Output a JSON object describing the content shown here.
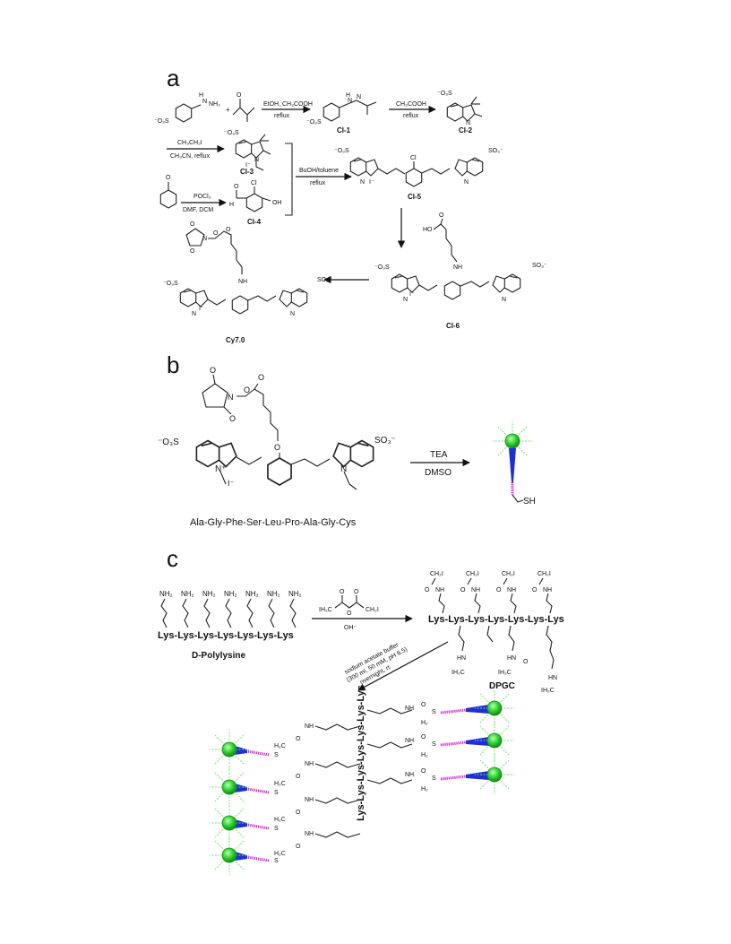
{
  "panels": {
    "a": {
      "label": "a",
      "reagents": {
        "step1_top": "EtOH, CH₃COOH",
        "step1_bottom": "reflux",
        "step2_top": "CH₃COOH",
        "step2_bottom": "reflux",
        "step3_top": "CH₃CH₂I",
        "step3_bottom": "CH₃CN, reflux",
        "step4_top": "POCl₃",
        "step4_bottom": "DMF, DCM",
        "step5_top": "BuOH/toluene",
        "step5_bottom": "reflux"
      },
      "compounds": {
        "ci1": "CI-1",
        "ci2": "CI-2",
        "ci3": "CI-3",
        "ci4": "CI-4",
        "ci5": "CI-5",
        "ci6": "CI-6",
        "cy7": "Cy7.0"
      },
      "atoms": {
        "so3_left": "⁻O₃S",
        "so3_right": "SO₃⁻",
        "nh2": "NH₂",
        "h": "H",
        "n": "N",
        "cl": "Cl",
        "oh": "OH",
        "ho": "HO",
        "o": "O",
        "nh": "NH",
        "iodide": "I⁻"
      }
    },
    "b": {
      "label": "b",
      "reagent_top": "TEA",
      "reagent_bottom": "DMSO",
      "peptide": "Ala-Gly-Phe-Ser-Leu-Pro-Ala-Gly-Cys",
      "sh": "SH",
      "so3_left": "⁻O₃S",
      "so3_right": "SO₃⁻",
      "n_plus": "N⁺",
      "iodide": "I⁻"
    },
    "c": {
      "label": "c",
      "backbone": "Lys-Lys-Lys-Lys-Lys-Lys-Lys",
      "backbone_vertical": "Lys-Lys-Lys-Lys-Lys-Lys-Lys",
      "start_name": "D-Polylysine",
      "product_name": "DPGC",
      "nh2": "NH₂",
      "reagent_top": "IH₂C",
      "reagent_top_right": "CH₂I",
      "reagent_bottom": "OH⁻",
      "conditions": [
        "sodium acetate buffer",
        "(300 ml, 50 mM, pH 6.5)",
        "overnight, rt"
      ],
      "ch2i": "CH₂I",
      "ih2c": "IH₂C",
      "h2c": "H₂C",
      "nh": "NH",
      "hn": "HN",
      "o": "O",
      "s": "S",
      "h2": "H₂"
    }
  },
  "colors": {
    "nanoparticle": "#2fd12f",
    "nanoparticle_rays": "#6fe06f",
    "linker_blue": "#1f2fd6",
    "linker_magenta": "#d21ad2",
    "ink": "#111111"
  }
}
